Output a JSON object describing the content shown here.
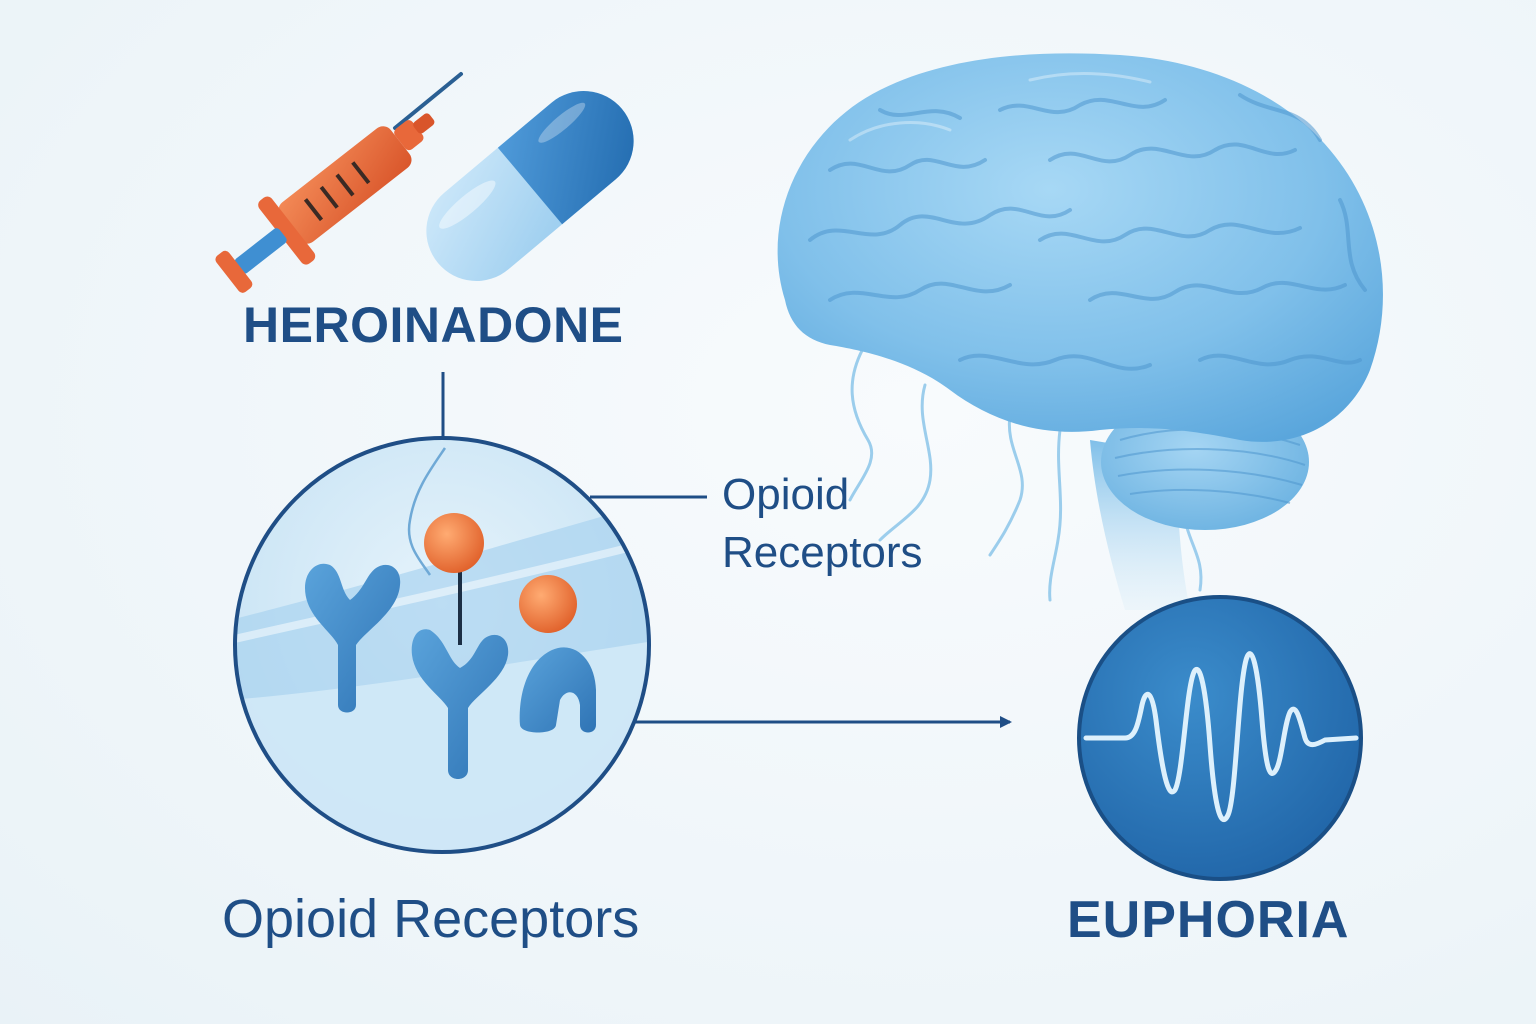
{
  "labels": {
    "drug_name": "HEROINADONE",
    "callout_line1": "Opioid",
    "callout_line2": "Receptors",
    "bottom_receptors": "Opioid Receptors",
    "euphoria": "EUPHORIA"
  },
  "icons": {
    "syringe": "syringe-icon",
    "capsule": "capsule-icon",
    "brain": "brain-illustration",
    "receptor_zoom": "receptor-magnifier-circle",
    "euphoria_wave": "wave-icon"
  },
  "colors": {
    "label_text": "#1f4e86",
    "connector": "#1f4e86",
    "syringe_orange": "#e8683a",
    "capsule_blue": "#2f7fc6",
    "capsule_light": "#a9d5f2",
    "brain_blue": "#7cc0ea",
    "receptor_blue": "#3a87c8",
    "molecule_orange": "#ee7a3e",
    "euphoria_circle": "#2a72b6"
  }
}
